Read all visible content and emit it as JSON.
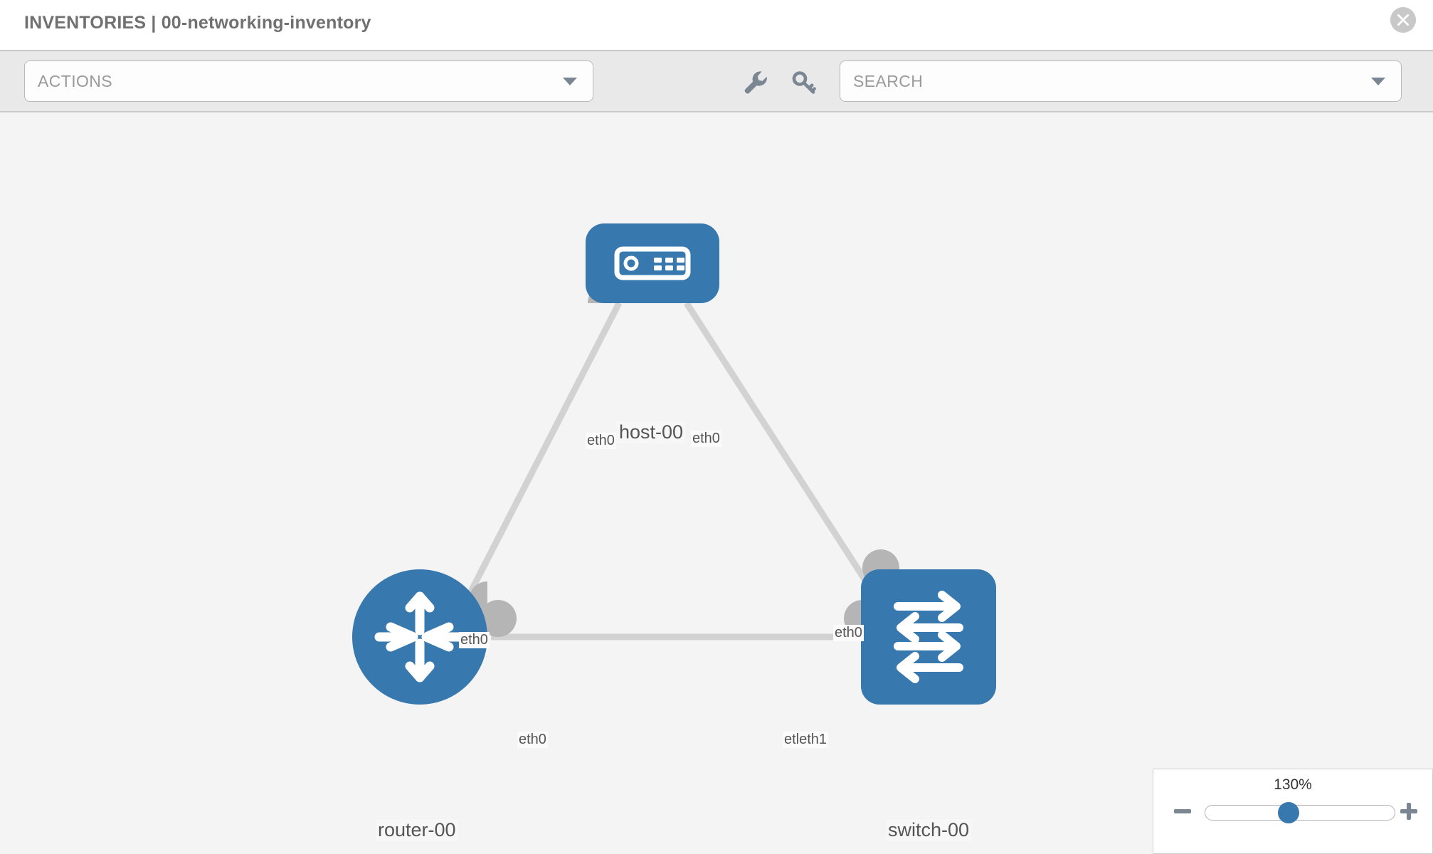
{
  "header": {
    "title": "INVENTORIES | 00-networking-inventory",
    "close_icon": "close-circle-icon"
  },
  "toolbar": {
    "actions_label": "ACTIONS",
    "actions_caret_icon": "chevron-down-icon",
    "wrench_icon": "wrench-icon",
    "key_icon": "key-icon",
    "search_placeholder": "SEARCH",
    "search_caret_icon": "chevron-down-icon"
  },
  "topology": {
    "nodes": [
      {
        "id": "host-00",
        "label": "host-00",
        "type": "host",
        "icon": "server-icon",
        "color": "#3778ae"
      },
      {
        "id": "router-00",
        "label": "router-00",
        "type": "router",
        "icon": "router-icon",
        "color": "#3778ae"
      },
      {
        "id": "switch-00",
        "label": "switch-00",
        "type": "switch",
        "icon": "switch-icon",
        "color": "#3778ae"
      }
    ],
    "edge_labels": {
      "host_left": "eth0",
      "host_right": "eth0",
      "router_uplink": "eth0",
      "switch_uplink": "eth0",
      "router_right": "eth0",
      "switch_left": "etleth1"
    },
    "link_color": "#d2d2d2",
    "connector_color": "#b5b5b5"
  },
  "zoom_control": {
    "value": "130%",
    "minus_icon": "minus-icon",
    "plus_icon": "plus-icon"
  }
}
